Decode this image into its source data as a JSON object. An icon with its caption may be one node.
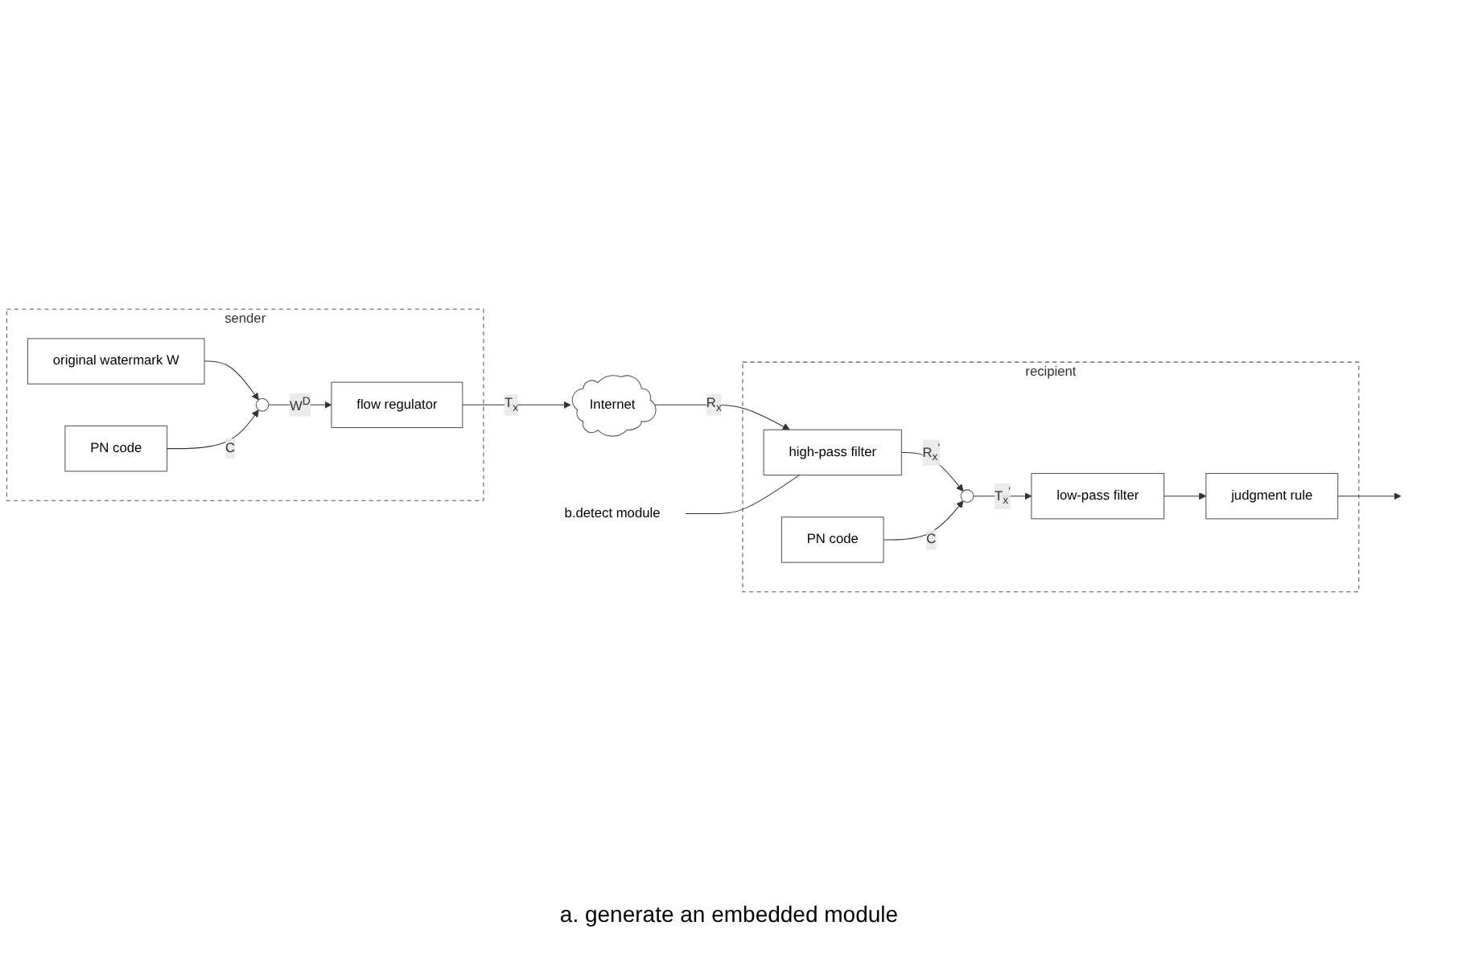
{
  "diagram": {
    "nodes": [
      {
        "text": [
          "sender"
        ]
      },
      {
        "text": [
          "original watermark W"
        ],
        "in": 0
      },
      {
        "text": [],
        "shape": "circle",
        "in": 0
      },
      {
        "text": [
          "PN code"
        ],
        "in": 0
      },
      {
        "text": [
          "flow regulator"
        ],
        "in": 0
      },
      {
        "text": [
          "Internet"
        ]
      },
      {
        "text": [
          "recipient"
        ]
      },
      {
        "text": [
          "judgment rule"
        ],
        "in": 6
      },
      {
        "text": [
          "low-pass filter"
        ],
        "in": 6
      },
      {
        "text": [],
        "shape": "circle",
        "in": 6
      },
      {
        "text": [
          "PN code"
        ],
        "in": 6
      },
      {
        "text": [
          "high-pass filter"
        ],
        "in": 6
      },
      {
        "text": [
          "b.detect module"
        ]
      }
    ],
    "edges": [
      {
        "from": 1,
        "to": 2,
        "arrow": "to"
      },
      {
        "from": 3,
        "to": 2,
        "arrow": "to",
        "label": "C"
      },
      {
        "from": 2,
        "to": 4,
        "arrow": "to",
        "label": "W$^{D}$"
      },
      {
        "from": 4,
        "to": 5,
        "arrow": "to",
        "label": "T$_{x}$"
      },
      {
        "from": 5,
        "to": 11,
        "arrow": "to",
        "label": "R$_{x}$"
      },
      {
        "from": 11,
        "to": 9,
        "arrow": "to",
        "label": "R$_{x}$$^{'}$"
      },
      {
        "from": 10,
        "to": 9,
        "arrow": "to",
        "label": "C"
      },
      {
        "from": 9,
        "to": 8,
        "arrow": "to",
        "label": "T$_{x}$$^{'}$"
      },
      {
        "from": 8,
        "to": 7,
        "arrow": "to"
      },
      {
        "from": 7,
        "to": null,
        "arrow": "to"
      },
      {
        "from": 12,
        "to": 11,
        "arrow": "none"
      }
    ],
    "labels": [
      "a. generate an embedded module"
    ]
  }
}
